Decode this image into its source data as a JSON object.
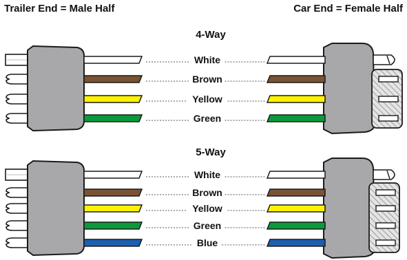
{
  "headers": {
    "left": "Trailer End = Male Half",
    "right": "Car End = Female Half"
  },
  "colors": {
    "plug_body": "#a8a8aa",
    "outline": "#1a1a1a",
    "White": "#ffffff",
    "Brown": "#7a5333",
    "Yellow": "#fff200",
    "Green": "#0a9a3c",
    "Blue": "#1c5fb0"
  },
  "sections": [
    {
      "title": "4-Way",
      "wires": [
        "White",
        "Brown",
        "Yellow",
        "Green"
      ]
    },
    {
      "title": "5-Way",
      "wires": [
        "White",
        "Brown",
        "Yellow",
        "Green",
        "Blue"
      ]
    }
  ]
}
